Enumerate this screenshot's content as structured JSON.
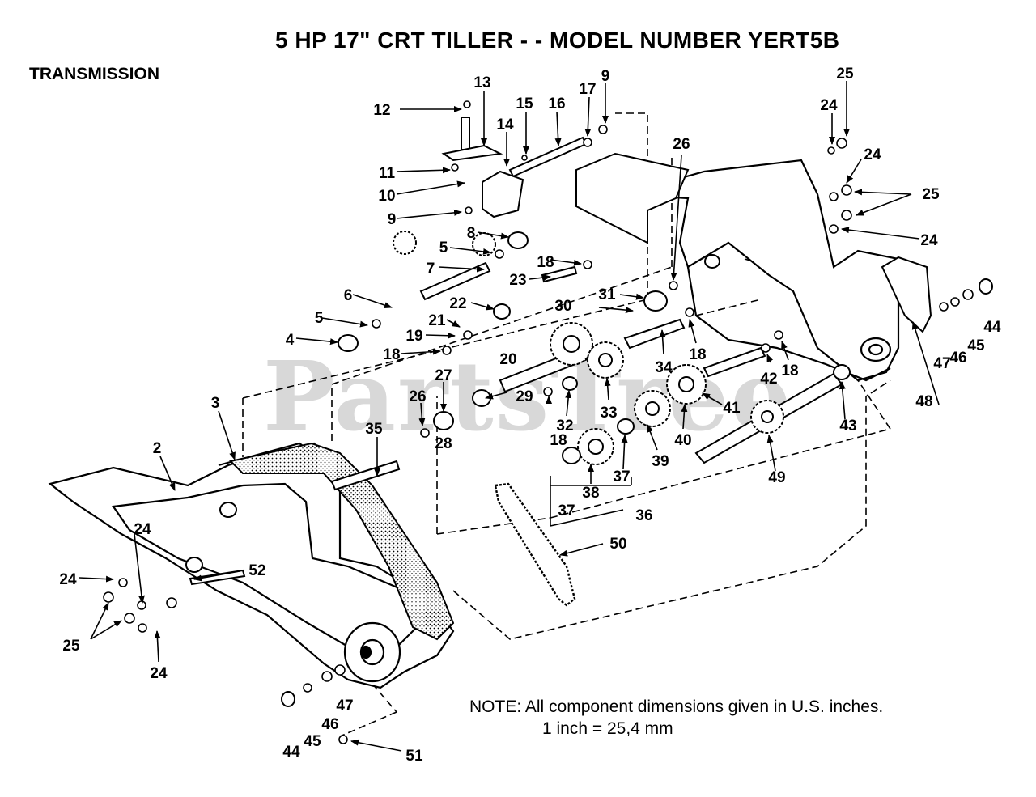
{
  "header": {
    "title": "5 HP  17\" CRT TILLER - - MODEL NUMBER YERT5B",
    "section": "TRANSMISSION"
  },
  "watermark": "PartsTree",
  "note": {
    "line1": "NOTE:  All component dimensions given in U.S. inches.",
    "line2": "1 inch = 25,4 mm"
  },
  "callouts": [
    {
      "label": "12"
    },
    {
      "label": "13"
    },
    {
      "label": "15"
    },
    {
      "label": "16"
    },
    {
      "label": "17"
    },
    {
      "label": "9"
    },
    {
      "label": "14"
    },
    {
      "label": "11"
    },
    {
      "label": "10"
    },
    {
      "label": "9"
    },
    {
      "label": "8"
    },
    {
      "label": "5"
    },
    {
      "label": "7"
    },
    {
      "label": "6"
    },
    {
      "label": "5"
    },
    {
      "label": "4"
    },
    {
      "label": "18"
    },
    {
      "label": "23"
    },
    {
      "label": "22"
    },
    {
      "label": "21"
    },
    {
      "label": "19"
    },
    {
      "label": "18"
    },
    {
      "label": "20"
    },
    {
      "label": "31"
    },
    {
      "label": "30"
    },
    {
      "label": "26"
    },
    {
      "label": "25"
    },
    {
      "label": "24"
    },
    {
      "label": "24"
    },
    {
      "label": "25"
    },
    {
      "label": "24"
    },
    {
      "label": "18"
    },
    {
      "label": "34"
    },
    {
      "label": "18"
    },
    {
      "label": "42"
    },
    {
      "label": "27"
    },
    {
      "label": "26"
    },
    {
      "label": "28"
    },
    {
      "label": "29"
    },
    {
      "label": "32"
    },
    {
      "label": "33"
    },
    {
      "label": "18"
    },
    {
      "label": "41"
    },
    {
      "label": "40"
    },
    {
      "label": "43"
    },
    {
      "label": "39"
    },
    {
      "label": "37"
    },
    {
      "label": "49"
    },
    {
      "label": "38"
    },
    {
      "label": "37"
    },
    {
      "label": "36"
    },
    {
      "label": "35"
    },
    {
      "label": "3"
    },
    {
      "label": "2"
    },
    {
      "label": "50"
    },
    {
      "label": "44"
    },
    {
      "label": "45"
    },
    {
      "label": "46"
    },
    {
      "label": "47"
    },
    {
      "label": "48"
    },
    {
      "label": "24"
    },
    {
      "label": "24"
    },
    {
      "label": "52"
    },
    {
      "label": "25"
    },
    {
      "label": "24"
    },
    {
      "label": "44"
    },
    {
      "label": "45"
    },
    {
      "label": "46"
    },
    {
      "label": "47"
    },
    {
      "label": "51"
    }
  ]
}
